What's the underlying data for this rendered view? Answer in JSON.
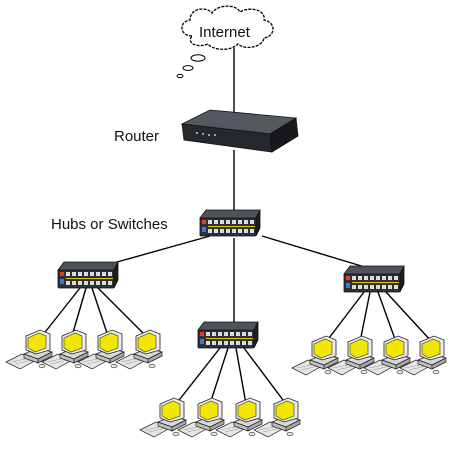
{
  "labels": {
    "internet": "Internet",
    "router": "Router",
    "switches": "Hubs or Switches"
  },
  "colors": {
    "line": "#000000",
    "router_body": "#2b2f36",
    "switch_body": "#3a3d44",
    "monitor_screen": "#f2e600",
    "computer_body": "#e9e9e9",
    "cloud_fill": "#ffffff"
  },
  "icons": {
    "cloud": "internet-cloud-icon",
    "router": "router-icon",
    "switch": "network-switch-icon",
    "computer": "desktop-computer-icon"
  }
}
